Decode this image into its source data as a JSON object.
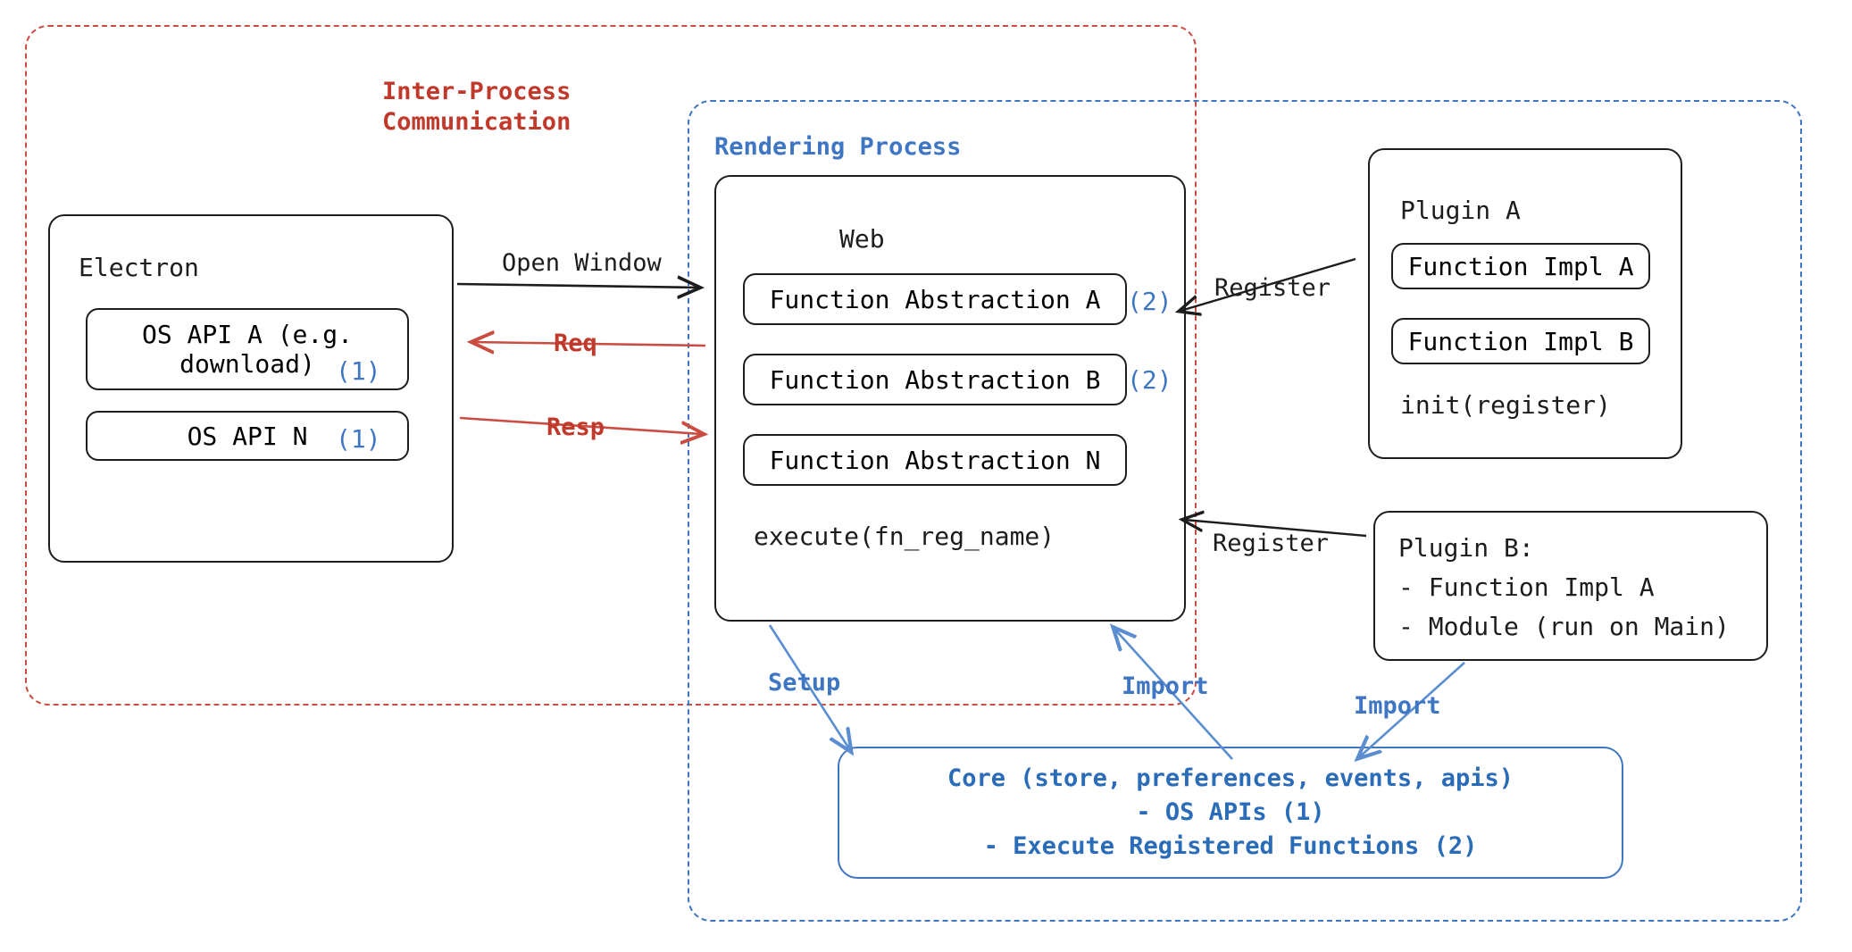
{
  "diagram": {
    "title_ipc": "Inter-Process\nCommunication",
    "title_rendering": "Rendering Process"
  },
  "electron": {
    "title": "Electron",
    "apis": [
      {
        "label": "OS API A (e.g.\ndownload)",
        "tag": "(1)"
      },
      {
        "label": "OS API N",
        "tag": "(1)"
      }
    ]
  },
  "web": {
    "title": "Web",
    "abstractions": [
      {
        "label": "Function Abstraction A",
        "tag": "(2)"
      },
      {
        "label": "Function Abstraction B",
        "tag": "(2)"
      },
      {
        "label": "Function Abstraction N",
        "tag": ""
      }
    ],
    "execute": "execute(fn_reg_name)"
  },
  "plugin_a": {
    "title": "Plugin A",
    "impls": [
      "Function Impl A",
      "Function Impl B"
    ],
    "init": "init(register)"
  },
  "plugin_b": {
    "title": "Plugin B:",
    "lines": [
      "- Function Impl A",
      "- Module (run on Main)"
    ]
  },
  "core": {
    "line1": "Core (store, preferences, events, apis)",
    "line2": "- OS APIs (1)",
    "line3": "- Execute Registered Functions (2)"
  },
  "arrows": {
    "open_window": "Open Window",
    "req": "Req",
    "resp": "Resp",
    "register_top": "Register",
    "register_bottom": "Register",
    "setup": "Setup",
    "import_left": "Import",
    "import_right": "Import"
  },
  "colors": {
    "red": "#c0392b",
    "blue": "#3f76c4",
    "black": "#1d1d1d"
  }
}
